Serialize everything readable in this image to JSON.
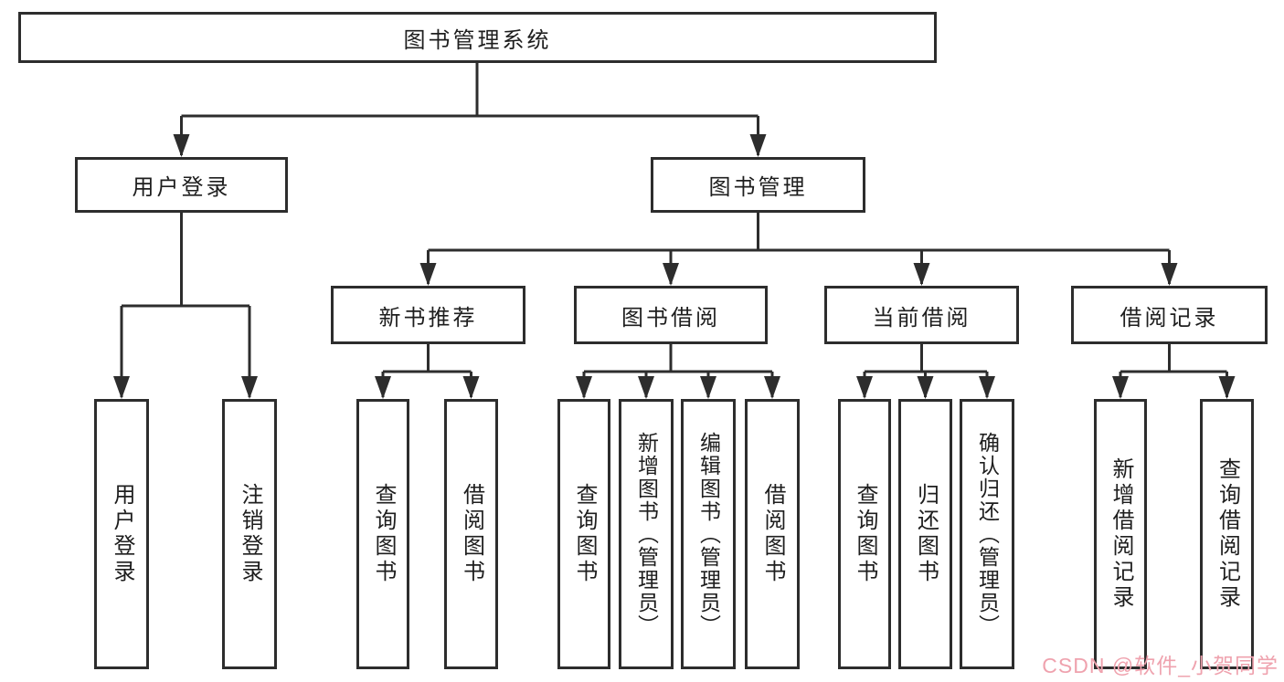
{
  "diagram": {
    "root": "图书管理系统",
    "level2": {
      "user_login": "用户登录",
      "book_mgmt": "图书管理"
    },
    "level3": {
      "new_book": "新书推荐",
      "book_borrow": "图书借阅",
      "current_borrow": "当前借阅",
      "borrow_records": "借阅记录"
    },
    "leaves": {
      "user_login": [
        "用户登录",
        "注销登录"
      ],
      "new_book": [
        "查询图书",
        "借阅图书"
      ],
      "book_borrow": [
        "查询图书",
        "新增图书（管理员）",
        "编辑图书（管理员）",
        "借阅图书"
      ],
      "current_borrow": [
        "查询图书",
        "归还图书",
        "确认归还（管理员）"
      ],
      "borrow_records": [
        "新增借阅记录",
        "查询借阅记录"
      ]
    }
  },
  "watermark": {
    "text": "CSDN @软件_小贺同学",
    "color": "#efa2ae"
  },
  "colors": {
    "line": "#2d2d2d",
    "background": "#ffffff",
    "text": "#1e1e1e"
  }
}
